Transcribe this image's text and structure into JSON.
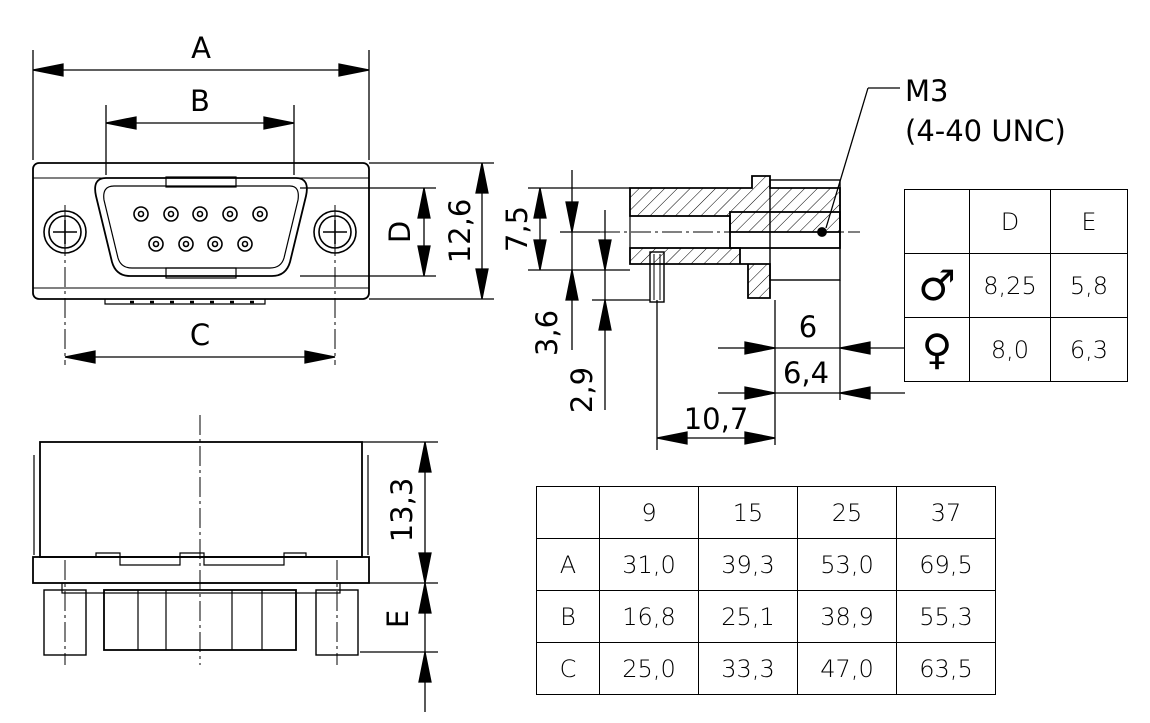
{
  "dimensions": {
    "A": "A",
    "B": "B",
    "C": "C",
    "D": "D",
    "E": "E",
    "d_12_6": "12,6",
    "d_7_5": "7,5",
    "d_3_6": "3,6",
    "d_2_9": "2,9",
    "d_6": "6",
    "d_6_4": "6,4",
    "d_10_7": "10,7",
    "d_13_3": "13,3"
  },
  "thread": {
    "line1": "M3",
    "line2": "(4-40 UNC)"
  },
  "gender_table": {
    "headers": [
      "",
      "D",
      "E"
    ],
    "rows": [
      {
        "symbol": "♂",
        "symbol_icon": "male-symbol-icon",
        "D": "8,25",
        "E": "5,8"
      },
      {
        "symbol": "♀",
        "symbol_icon": "female-symbol-icon",
        "D": "8,0",
        "E": "6,3"
      }
    ]
  },
  "size_table": {
    "headers": [
      "",
      "9",
      "15",
      "25",
      "37"
    ],
    "rows": [
      {
        "label": "A",
        "values": [
          "31,0",
          "39,3",
          "53,0",
          "69,5"
        ]
      },
      {
        "label": "B",
        "values": [
          "16,8",
          "25,1",
          "38,9",
          "55,3"
        ]
      },
      {
        "label": "C",
        "values": [
          "25,0",
          "33,3",
          "47,0",
          "63,5"
        ]
      }
    ]
  }
}
